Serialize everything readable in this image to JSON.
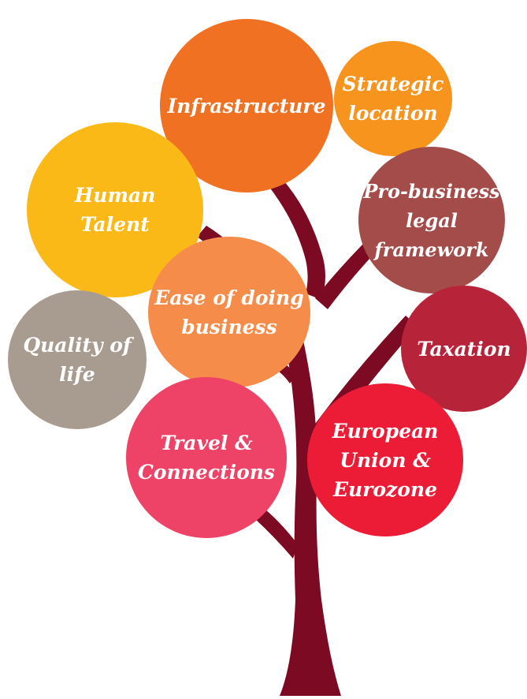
{
  "colors": {
    "trunk": "#7b0a22",
    "label_text": "#ffffff"
  },
  "bubbles": [
    {
      "id": "infrastructure",
      "label": "Infrastructure",
      "color": "#f07122"
    },
    {
      "id": "strategic-location",
      "label": "Strategic\nlocation",
      "color": "#f7941e"
    },
    {
      "id": "human-talent",
      "label": "Human\nTalent",
      "color": "#fbb918"
    },
    {
      "id": "pro-business",
      "label": "Pro-business\nlegal\nframework",
      "color": "#a34c4a"
    },
    {
      "id": "ease-of-doing-business",
      "label": "Ease of doing\nbusiness",
      "color": "#f68c4a"
    },
    {
      "id": "quality-of-life",
      "label": "Quality of\nlife",
      "color": "#a89b90"
    },
    {
      "id": "taxation",
      "label": "Taxation",
      "color": "#b72338"
    },
    {
      "id": "travel-connections",
      "label": "Travel &\nConnections",
      "color": "#ee4266"
    },
    {
      "id": "european-union",
      "label": "European\nUnion &\nEurozone",
      "color": "#ed1c36"
    }
  ]
}
